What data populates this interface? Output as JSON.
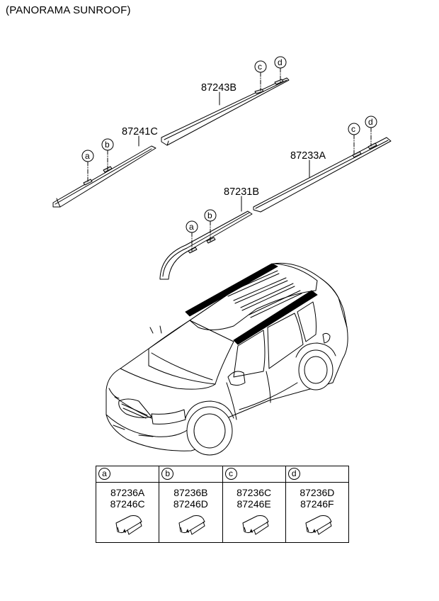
{
  "header": {
    "title": "(PANORAMA SUNROOF)"
  },
  "parts": {
    "p87243B": "87243B",
    "p87241C": "87241C",
    "p87233A": "87233A",
    "p87231B": "87231B"
  },
  "callouts": {
    "a": "a",
    "b": "b",
    "c": "c",
    "d": "d"
  },
  "legend": [
    {
      "letter": "a",
      "line1": "87236A",
      "line2": "87246C"
    },
    {
      "letter": "b",
      "line1": "87236B",
      "line2": "87246D"
    },
    {
      "letter": "c",
      "line1": "87236C",
      "line2": "87246E"
    },
    {
      "letter": "d",
      "line1": "87236D",
      "line2": "87246F"
    }
  ]
}
